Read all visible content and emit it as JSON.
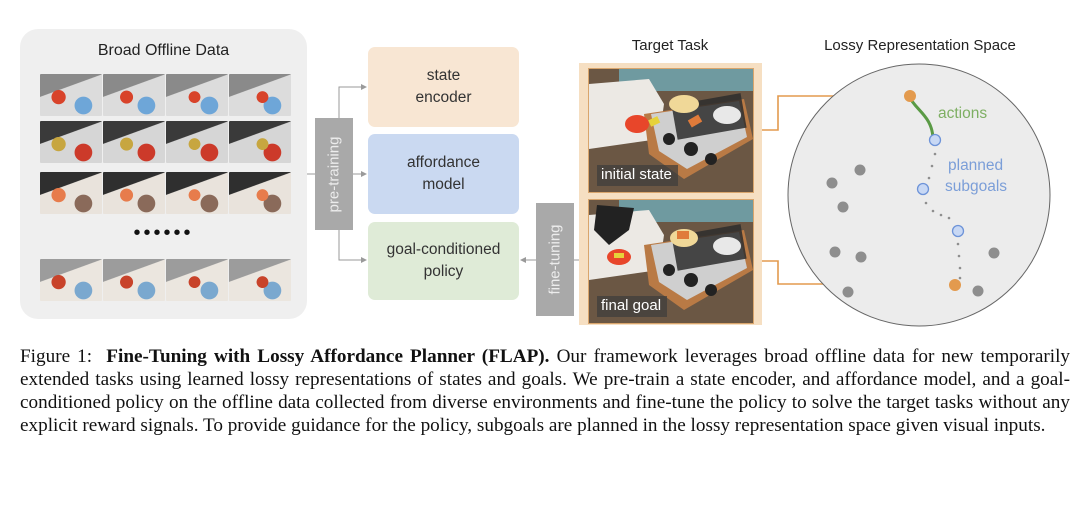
{
  "offline_data": {
    "title": "Broad Offline Data",
    "ellipsis": "••••••",
    "rows": [
      {
        "scene": "robot-sink-red-object",
        "count": 4
      },
      {
        "scene": "robot-sink-bowls",
        "count": 4
      },
      {
        "scene": "robot-orange-tray",
        "count": 4
      },
      {
        "scene": "robot-stove-top",
        "count": 4
      }
    ]
  },
  "modules": {
    "pretraining_label": "pre-training",
    "finetuning_label": "fine-tuning",
    "state_encoder_line1": "state",
    "state_encoder_line2": "encoder",
    "affordance_line1": "affordance",
    "affordance_line2": "model",
    "policy_line1": "goal-conditioned",
    "policy_line2": "policy"
  },
  "target_task": {
    "title": "Target Task",
    "initial_label": "initial state",
    "goal_label": "final goal"
  },
  "lossy_space": {
    "title": "Lossy Representation Space",
    "actions_label": "actions",
    "subgoals_line1": "planned",
    "subgoals_line2": "subgoals"
  },
  "colors": {
    "state_encoder": "#f8e6d3",
    "affordance_model": "#cad9f1",
    "policy": "#dfebd7",
    "orange": "#e39a4e",
    "green": "#5a9a45",
    "blue": "#7b9ed8",
    "gray_dot": "#8e8e8e"
  },
  "caption": {
    "prefix": "Figure 1:",
    "title": "Fine-Tuning with Lossy Affordance Planner (FLAP).",
    "body": "Our framework leverages broad offline data for new temporarily extended tasks using learned lossy representations of states and goals. We pre-train a state encoder, and affordance model, and a goal-conditioned policy on the offline data collected from diverse environments and fine-tune the policy to solve the target tasks without any explicit reward signals. To provide guidance for the policy, subgoals are planned in the lossy representation space given visual inputs."
  }
}
